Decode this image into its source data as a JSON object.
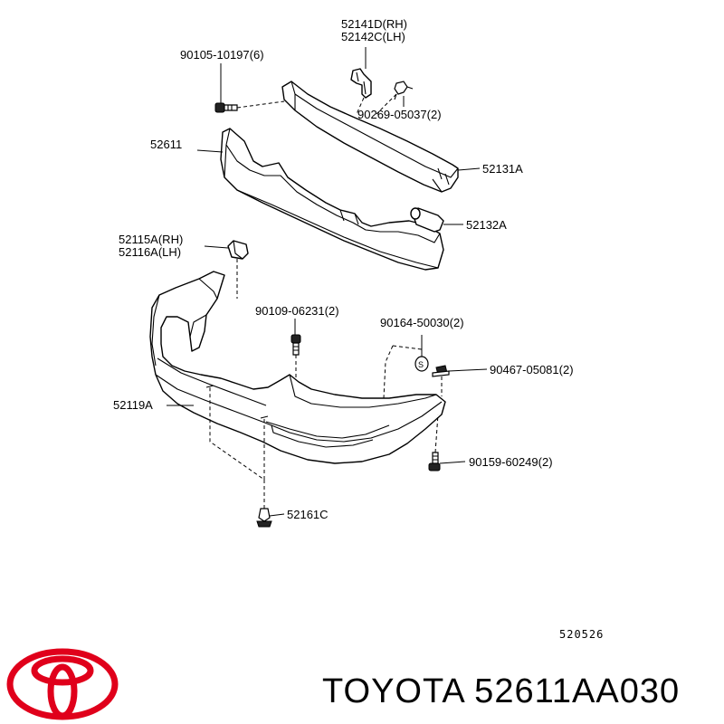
{
  "diagram": {
    "labels": {
      "bracket_rh_lh_top": [
        "52141D(RH)",
        "52142C(LH)"
      ],
      "bolt_top": "90105-10197(6)",
      "clip_top": "90269-05037(2)",
      "absorber": "52611",
      "reinforcement": "52131A",
      "pad": "52132A",
      "retainer": [
        "52115A(RH)",
        "52116A(LH)"
      ],
      "bolt_mid": "90109-06231(2)",
      "clip_mid": "90164-50030(2)",
      "nut": "90467-05081(2)",
      "cover": "52119A",
      "bolt_low": "90159-60249(2)",
      "rivet": "52161C"
    },
    "figure_number": "520526"
  },
  "footer": {
    "brand_caption": "TOYOTA 52611AA030",
    "logo_color": "#e0001b"
  }
}
